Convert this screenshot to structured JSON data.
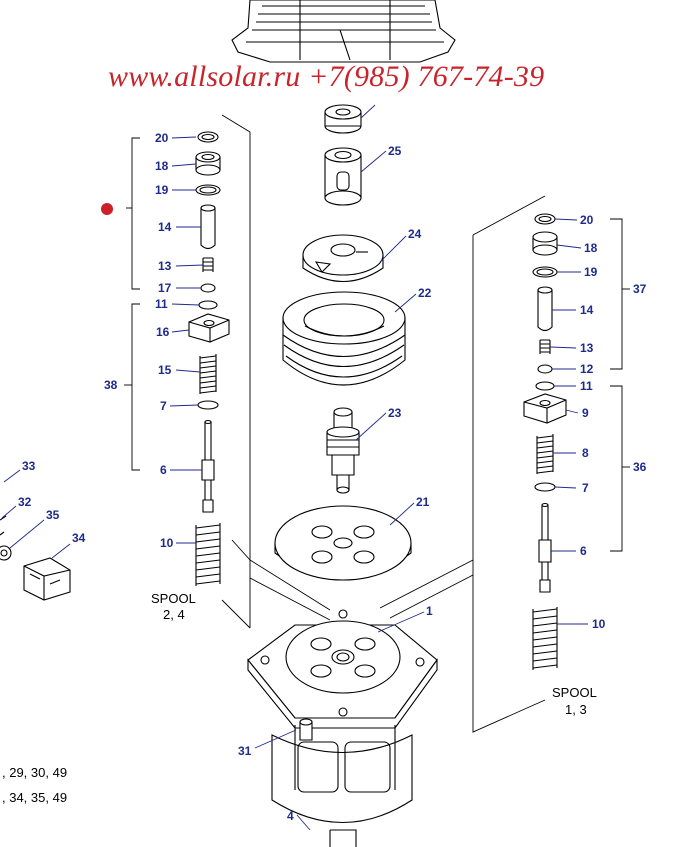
{
  "watermark": "www.allsolar.ru +7(985) 767-74-39",
  "callouts": {
    "left_20": "20",
    "left_18": "18",
    "left_19": "19",
    "left_14": "14",
    "left_13": "13",
    "left_17": "17",
    "left_11": "11",
    "left_16": "16",
    "left_15": "15",
    "left_38": "38",
    "left_7": "7",
    "left_6": "6",
    "left_10": "10",
    "center_25": "25",
    "center_24": "24",
    "center_22": "22",
    "center_23": "23",
    "center_21": "21",
    "center_1": "1",
    "center_31": "31",
    "center_4": "4",
    "right_20": "20",
    "right_18": "18",
    "right_19": "19",
    "right_37": "37",
    "right_14": "14",
    "right_13": "13",
    "right_12": "12",
    "right_11": "11",
    "right_9": "9",
    "right_8": "8",
    "right_36": "36",
    "right_7": "7",
    "right_6": "6",
    "right_10": "10",
    "far_33": "33",
    "far_32": "32",
    "far_35": "35",
    "far_34": "34"
  },
  "spool_left": {
    "line1": "SPOOL",
    "line2": "2, 4"
  },
  "spool_right": {
    "line1": "SPOOL",
    "line2": "1, 3"
  },
  "footnotes": {
    "line1": ", 29, 30, 49",
    "line2": ", 34, 35, 49"
  },
  "colors": {
    "callout": "#1e2a8c",
    "watermark": "#c8242b",
    "marker": "#cc1f2a"
  }
}
